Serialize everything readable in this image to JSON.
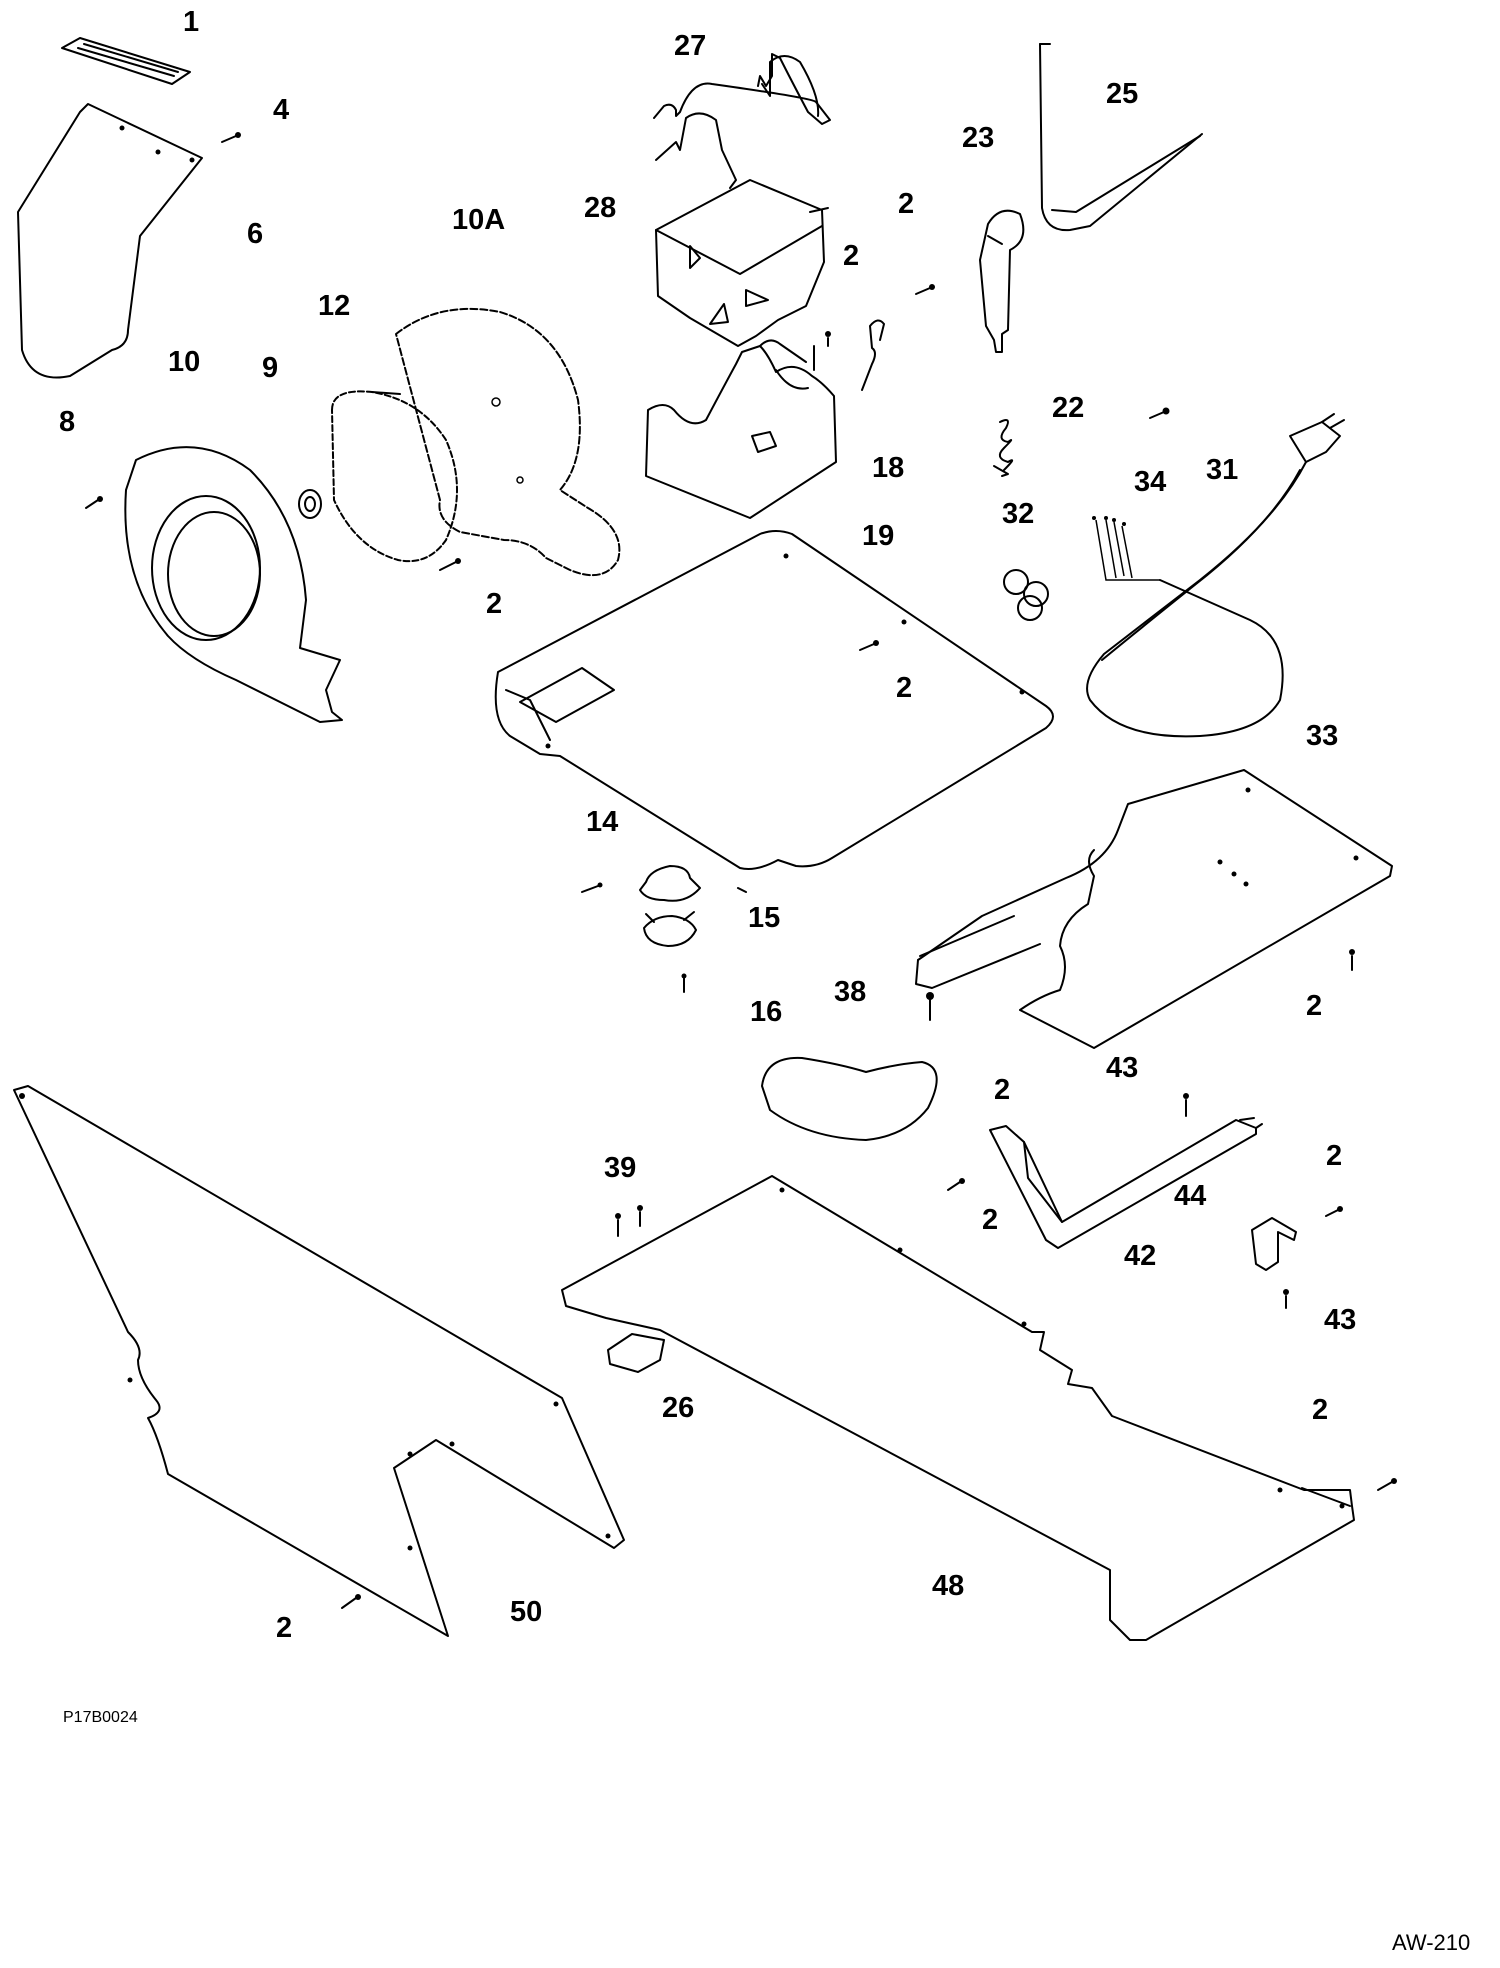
{
  "diagram": {
    "callouts": [
      {
        "id": "c1",
        "text": "1"
      },
      {
        "id": "c4",
        "text": "4"
      },
      {
        "id": "c6",
        "text": "6"
      },
      {
        "id": "c8",
        "text": "8"
      },
      {
        "id": "c9",
        "text": "9"
      },
      {
        "id": "c10",
        "text": "10"
      },
      {
        "id": "c10a",
        "text": "10A"
      },
      {
        "id": "c12",
        "text": "12"
      },
      {
        "id": "c27",
        "text": "27"
      },
      {
        "id": "c28",
        "text": "28"
      },
      {
        "id": "c2a",
        "text": "2"
      },
      {
        "id": "c2b",
        "text": "2"
      },
      {
        "id": "c23",
        "text": "23"
      },
      {
        "id": "c25",
        "text": "25"
      },
      {
        "id": "c22",
        "text": "22"
      },
      {
        "id": "c18",
        "text": "18"
      },
      {
        "id": "c34",
        "text": "34"
      },
      {
        "id": "c31",
        "text": "31"
      },
      {
        "id": "c32",
        "text": "32"
      },
      {
        "id": "c19",
        "text": "19"
      },
      {
        "id": "c2c",
        "text": "2"
      },
      {
        "id": "c2d",
        "text": "2"
      },
      {
        "id": "c33",
        "text": "33"
      },
      {
        "id": "c14",
        "text": "14"
      },
      {
        "id": "c15",
        "text": "15"
      },
      {
        "id": "c38",
        "text": "38"
      },
      {
        "id": "c16",
        "text": "16"
      },
      {
        "id": "c2e",
        "text": "2"
      },
      {
        "id": "c43a",
        "text": "43"
      },
      {
        "id": "c2f",
        "text": "2"
      },
      {
        "id": "c2g",
        "text": "2"
      },
      {
        "id": "c39",
        "text": "39"
      },
      {
        "id": "c44",
        "text": "44"
      },
      {
        "id": "c2h",
        "text": "2"
      },
      {
        "id": "c42",
        "text": "42"
      },
      {
        "id": "c43b",
        "text": "43"
      },
      {
        "id": "c26",
        "text": "26"
      },
      {
        "id": "c2i",
        "text": "2"
      },
      {
        "id": "c48",
        "text": "48"
      },
      {
        "id": "c2j",
        "text": "2"
      },
      {
        "id": "c50",
        "text": "50"
      }
    ],
    "drawing_code": "P17B0024",
    "sheet_id": "AW-210"
  }
}
